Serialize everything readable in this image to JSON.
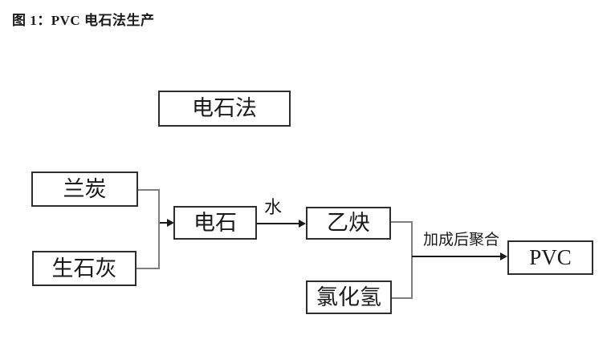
{
  "figure": {
    "title": "图 1：PVC 电石法生产"
  },
  "diagram": {
    "nodes": {
      "method": {
        "label": "电石法"
      },
      "semicoke": {
        "label": "兰炭"
      },
      "quicklime": {
        "label": "生石灰"
      },
      "carbide": {
        "label": "电石"
      },
      "acetylene": {
        "label": "乙炔"
      },
      "hcl": {
        "label": "氯化氢"
      },
      "pvc": {
        "label": "PVC"
      }
    },
    "edge_labels": {
      "water": "水",
      "polymerization": "加成后聚合"
    },
    "colors": {
      "box_border": "#2e2e2e",
      "connector": "#7f7f7f",
      "arrow": "#1a1a1a",
      "text": "#1a1a1a",
      "background": "#ffffff"
    }
  }
}
